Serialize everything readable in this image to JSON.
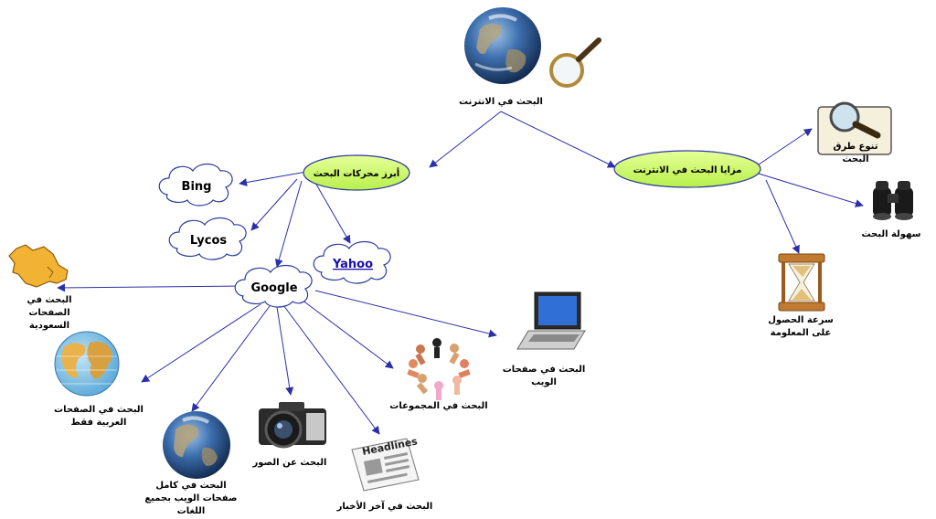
{
  "root": {
    "label": "البحث في الانترنت",
    "icon": "globe-magnifier-icon"
  },
  "engines_node": {
    "label": "أبرز محركات البحث"
  },
  "advantages_node": {
    "label": "مزايا البحث في الانترنت"
  },
  "engines": [
    {
      "label": "Bing"
    },
    {
      "label": "Lycos"
    },
    {
      "label": "Yahoo",
      "is_link": true
    },
    {
      "label": "Google"
    }
  ],
  "google_features": [
    {
      "label": "البحث في الصفحات السعودية",
      "icon": "saudi-map-icon"
    },
    {
      "label": "البحث في الصفحات العربية فقط",
      "icon": "world-map-icon"
    },
    {
      "label": "البحث في كامل صفحات الويب بجميع اللغات",
      "icon": "earth-globe-icon"
    },
    {
      "label": "البحث عن الصور",
      "icon": "camera-icon"
    },
    {
      "label": "البحث في آخر الأخبار",
      "icon": "newspaper-icon",
      "icon_text": "Headlines"
    },
    {
      "label": "البحث في المجموعات",
      "icon": "people-circle-icon"
    },
    {
      "label": "البحث في صفحات الويب",
      "icon": "laptop-icon"
    }
  ],
  "advantages": [
    {
      "label": "تنوع طرق البحث",
      "icon": "magnifier-icon"
    },
    {
      "label": "سهولة البحث",
      "icon": "binoculars-icon"
    },
    {
      "label": "سرعة الحصول على المعلومة",
      "icon": "hourglass-icon"
    }
  ],
  "colors": {
    "edge": "#2b2fa8",
    "ellipse_fill": "#ccff66",
    "ellipse_stroke": "#2b3aa0",
    "cloud_stroke": "#2c3d9c",
    "link": "#1a0dab"
  }
}
